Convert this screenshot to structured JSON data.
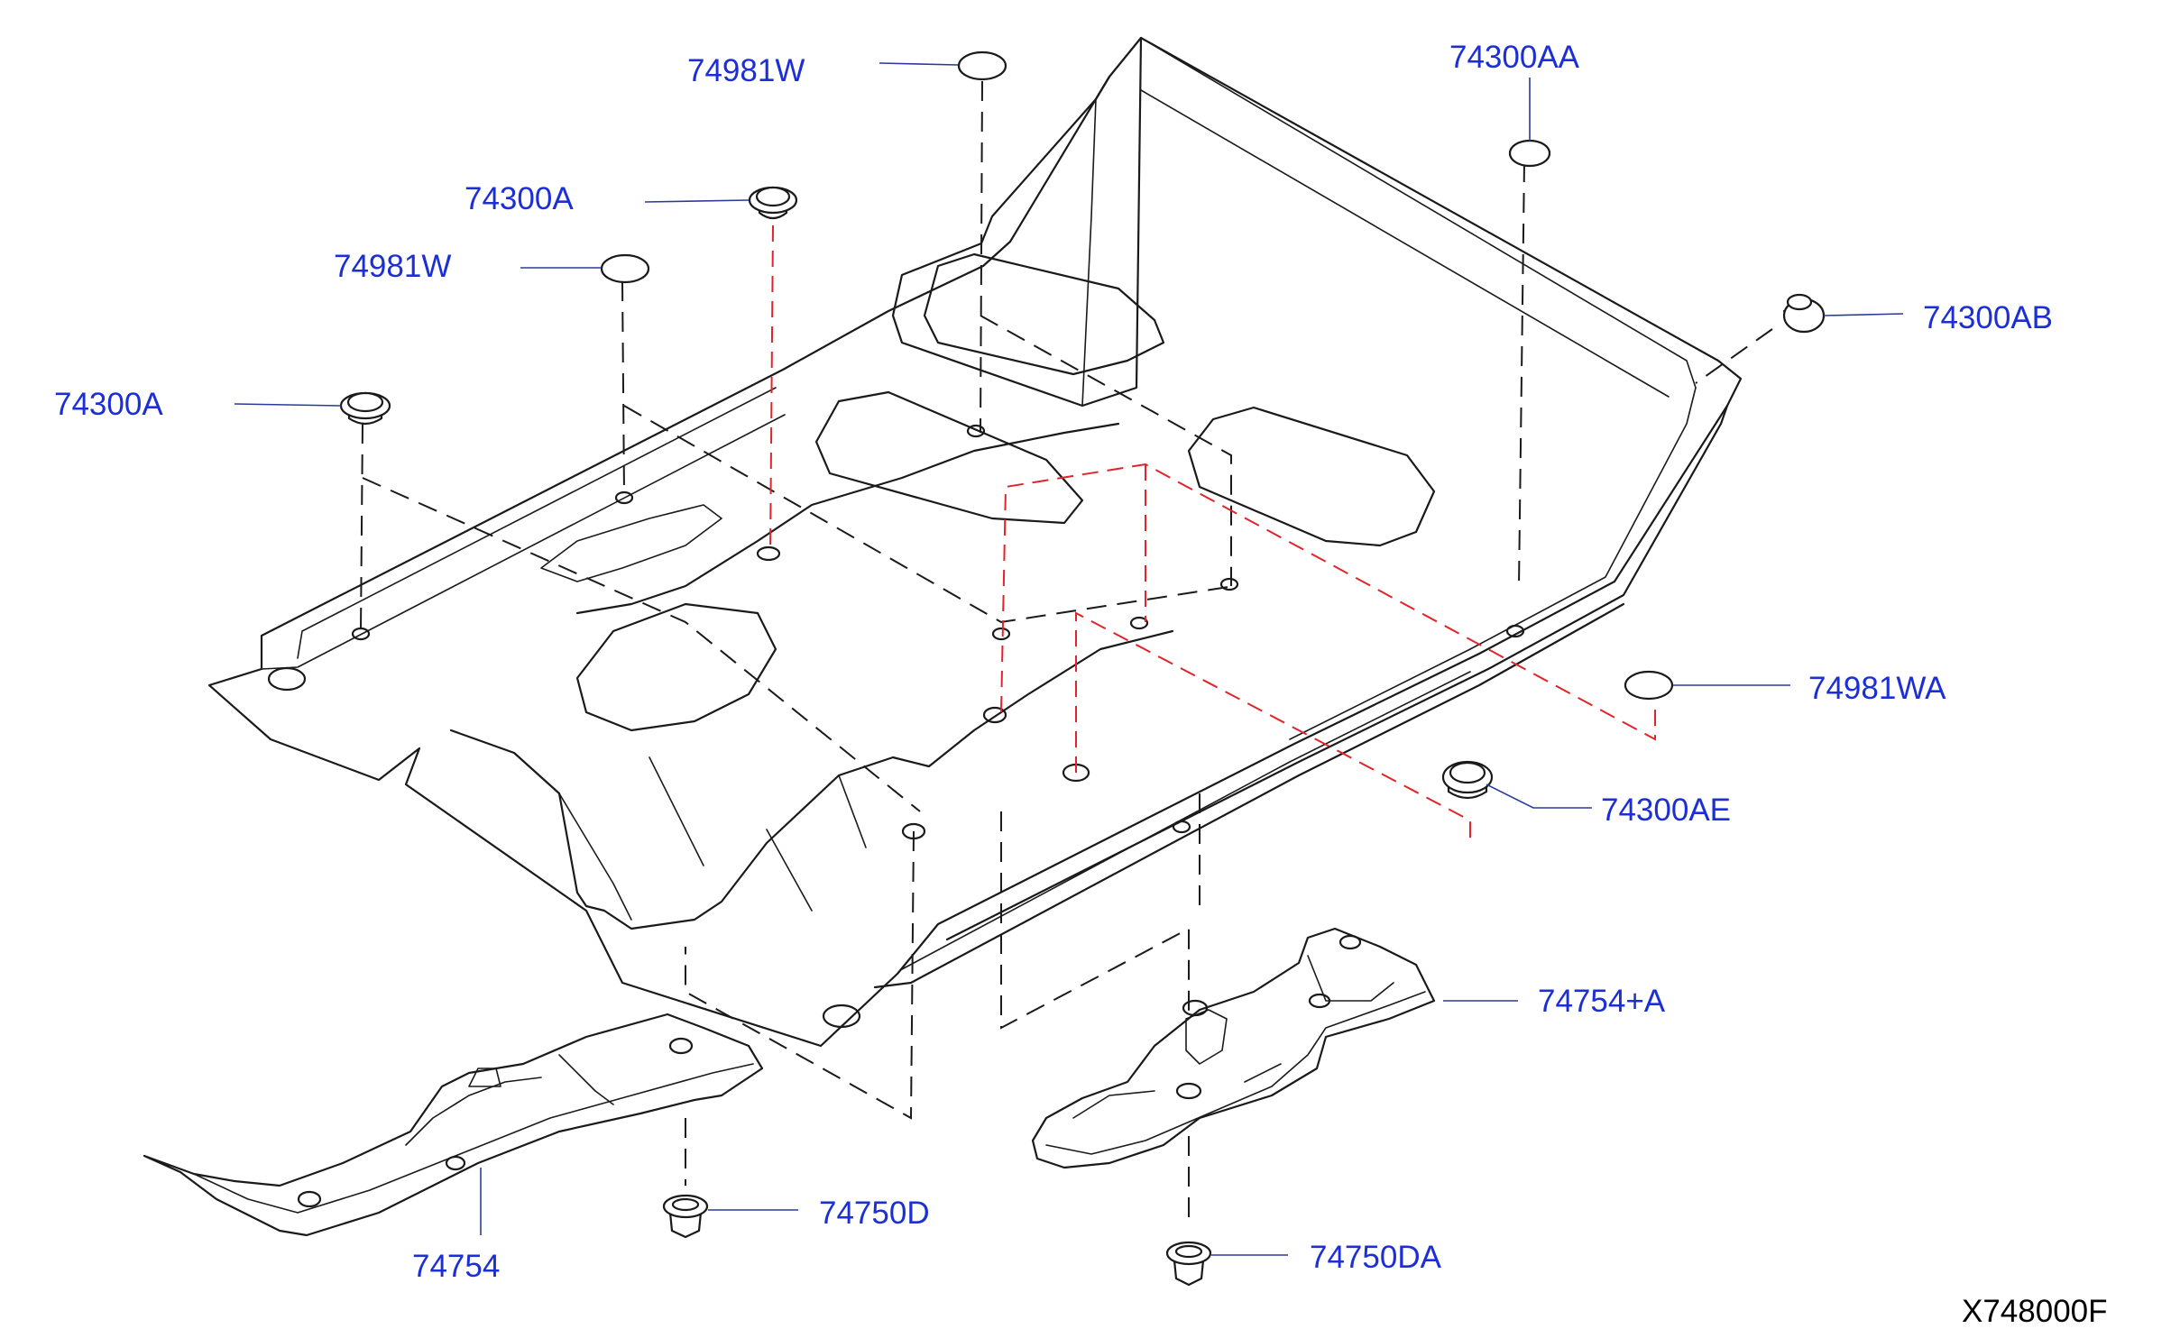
{
  "diagram_code": "X748000F",
  "callouts": [
    {
      "id": "74981W-top",
      "label": "74981W"
    },
    {
      "id": "74300AA",
      "label": "74300AA"
    },
    {
      "id": "74300A-1",
      "label": "74300A"
    },
    {
      "id": "74981W-2",
      "label": "74981W"
    },
    {
      "id": "74300AB",
      "label": "74300AB"
    },
    {
      "id": "74300A-2",
      "label": "74300A"
    },
    {
      "id": "74981WA",
      "label": "74981WA"
    },
    {
      "id": "74300AE",
      "label": "74300AE"
    },
    {
      "id": "74754+A",
      "label": "74754+A"
    },
    {
      "id": "74750D",
      "label": "74750D"
    },
    {
      "id": "74754",
      "label": "74754"
    },
    {
      "id": "74750DA",
      "label": "74750DA"
    }
  ],
  "colors": {
    "callout_text": "#1c2fd6",
    "leader": "#2a3a9a",
    "linework": "#1a1a1a",
    "hidden_line_red": "#e0242a"
  }
}
